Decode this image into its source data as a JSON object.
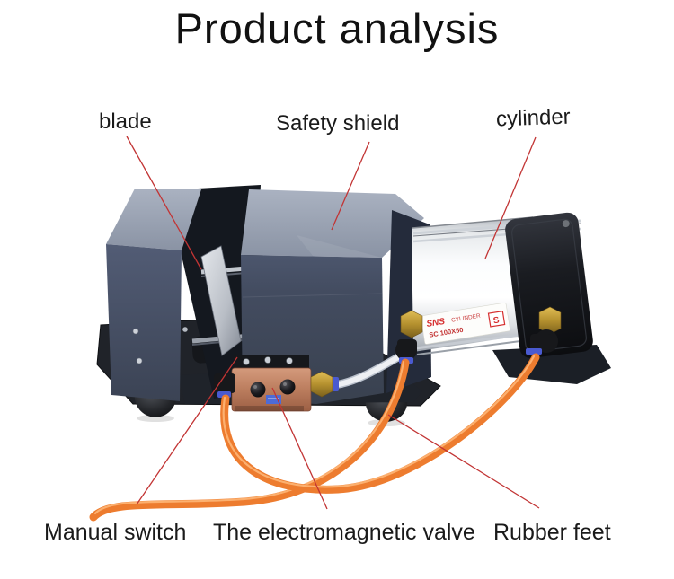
{
  "title": "Product analysis",
  "annotations": {
    "blade": "blade",
    "safety_shield": "Safety shield",
    "cylinder": "cylinder",
    "manual_switch": "Manual switch",
    "electromagnetic_valve": "The electromagnetic valve",
    "rubber_feet": "Rubber feet"
  },
  "cylinder_sticker": {
    "brand": "SNS",
    "product": "CYLINDER",
    "model": "SC 100X50"
  },
  "colors": {
    "leader_line": "#c23434",
    "tube_orange": "#ed7c2f",
    "label_text": "#1a1a1a"
  }
}
